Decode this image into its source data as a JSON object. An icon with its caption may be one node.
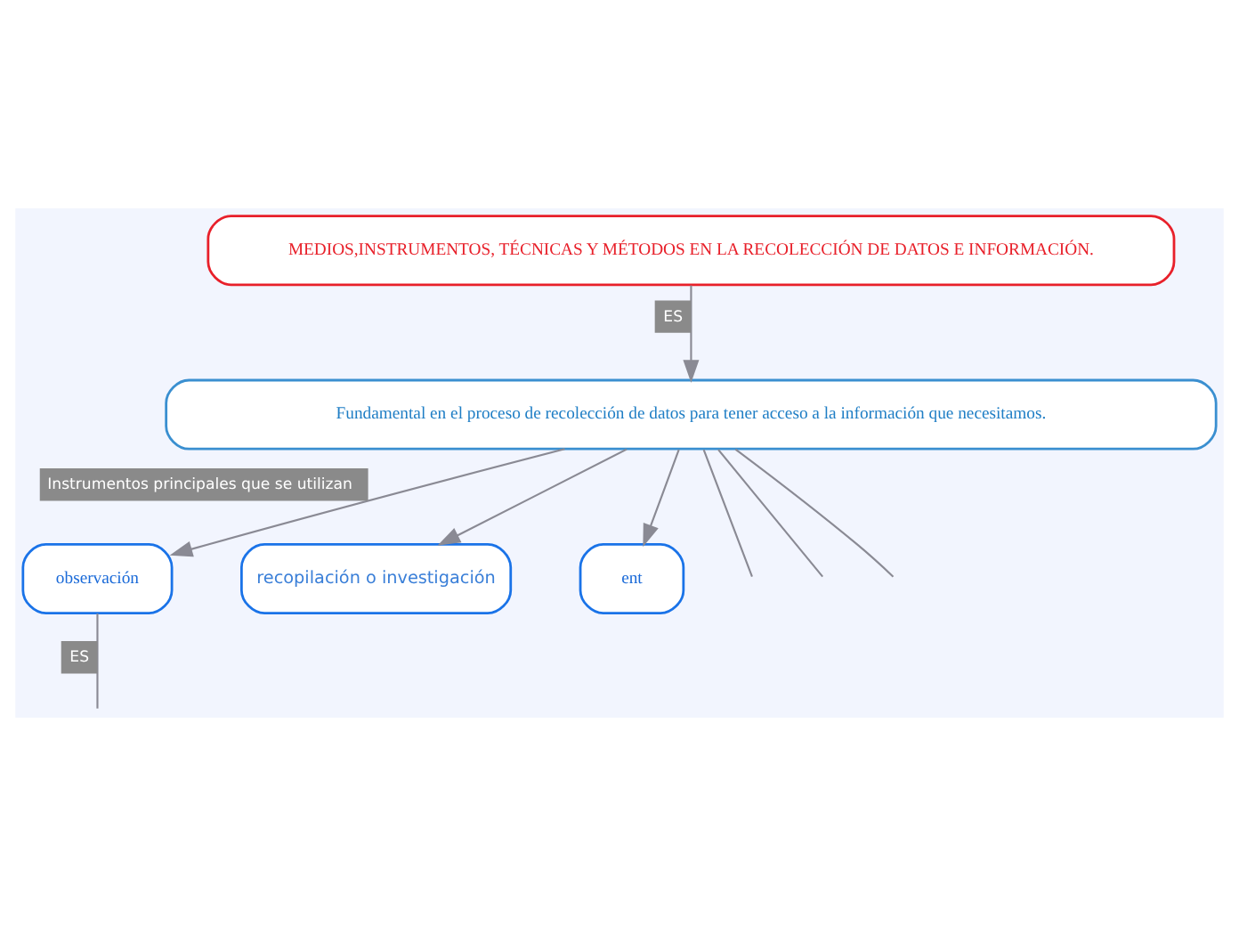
{
  "diagram": {
    "nodes": [
      {
        "text": [
          "MEDIOS,INSTRUMENTOS, TÉCNICAS Y MÉTODOS EN LA RECOLECCIÓN DE DATOS E INFORMACIÓN."
        ]
      },
      {
        "text": [
          "Fundamental en el proceso de recolección de datos para tener acceso a la información que necesitamos."
        ]
      },
      {
        "text": [
          "observación"
        ]
      },
      {
        "text": [
          "recopilación o investigación"
        ]
      },
      {
        "text": [
          "ent"
        ]
      }
    ],
    "edges": [
      {
        "from": 0,
        "to": 1,
        "arrow": "to",
        "label": "ES"
      },
      {
        "from": 1,
        "to": null,
        "arrow": "none"
      },
      {
        "from": 1,
        "to": 2,
        "arrow": "to",
        "label": "Instrumentos principales que se utilizan"
      },
      {
        "from": 1,
        "to": 3,
        "arrow": "to"
      },
      {
        "from": 1,
        "to": 4,
        "arrow": "to"
      },
      {
        "from": 1,
        "to": null,
        "arrow": "none"
      },
      {
        "from": 1,
        "to": null,
        "arrow": "none"
      },
      {
        "from": 2,
        "to": null,
        "arrow": "none",
        "label": "ES"
      }
    ]
  }
}
